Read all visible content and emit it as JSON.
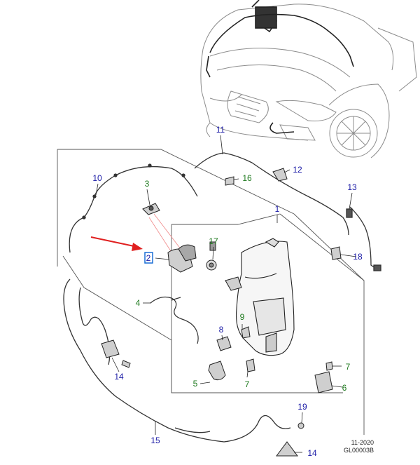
{
  "colors": {
    "blue_callout": "#1a1aa6",
    "green_callout": "#1f7a1f",
    "highlight_box": "#1a6fd6",
    "arrow": "#e02020",
    "lines": "#222222",
    "vehicle_lines": "#8c8c8c",
    "guide_lines": "#f08a8a"
  },
  "callouts": [
    {
      "id": "c1",
      "label": "1",
      "color": "blue"
    },
    {
      "id": "c2",
      "label": "2",
      "color": "blue",
      "highlighted": true
    },
    {
      "id": "c3",
      "label": "3",
      "color": "green"
    },
    {
      "id": "c4",
      "label": "4",
      "color": "green"
    },
    {
      "id": "c5",
      "label": "5",
      "color": "green"
    },
    {
      "id": "c6",
      "label": "6",
      "color": "green"
    },
    {
      "id": "c7a",
      "label": "7",
      "color": "green"
    },
    {
      "id": "c7b",
      "label": "7",
      "color": "green"
    },
    {
      "id": "c8",
      "label": "8",
      "color": "blue"
    },
    {
      "id": "c9",
      "label": "9",
      "color": "green"
    },
    {
      "id": "c10",
      "label": "10",
      "color": "blue"
    },
    {
      "id": "c11",
      "label": "11",
      "color": "blue"
    },
    {
      "id": "c12",
      "label": "12",
      "color": "blue"
    },
    {
      "id": "c13",
      "label": "13",
      "color": "blue"
    },
    {
      "id": "c14a",
      "label": "14",
      "color": "blue"
    },
    {
      "id": "c14b",
      "label": "14",
      "color": "blue"
    },
    {
      "id": "c15",
      "label": "15",
      "color": "blue"
    },
    {
      "id": "c16",
      "label": "16",
      "color": "green"
    },
    {
      "id": "c17",
      "label": "17",
      "color": "green"
    },
    {
      "id": "c18",
      "label": "18",
      "color": "blue"
    },
    {
      "id": "c19",
      "label": "19",
      "color": "blue"
    }
  ],
  "stamp": {
    "date": "11-2020",
    "code": "GL00003B"
  }
}
